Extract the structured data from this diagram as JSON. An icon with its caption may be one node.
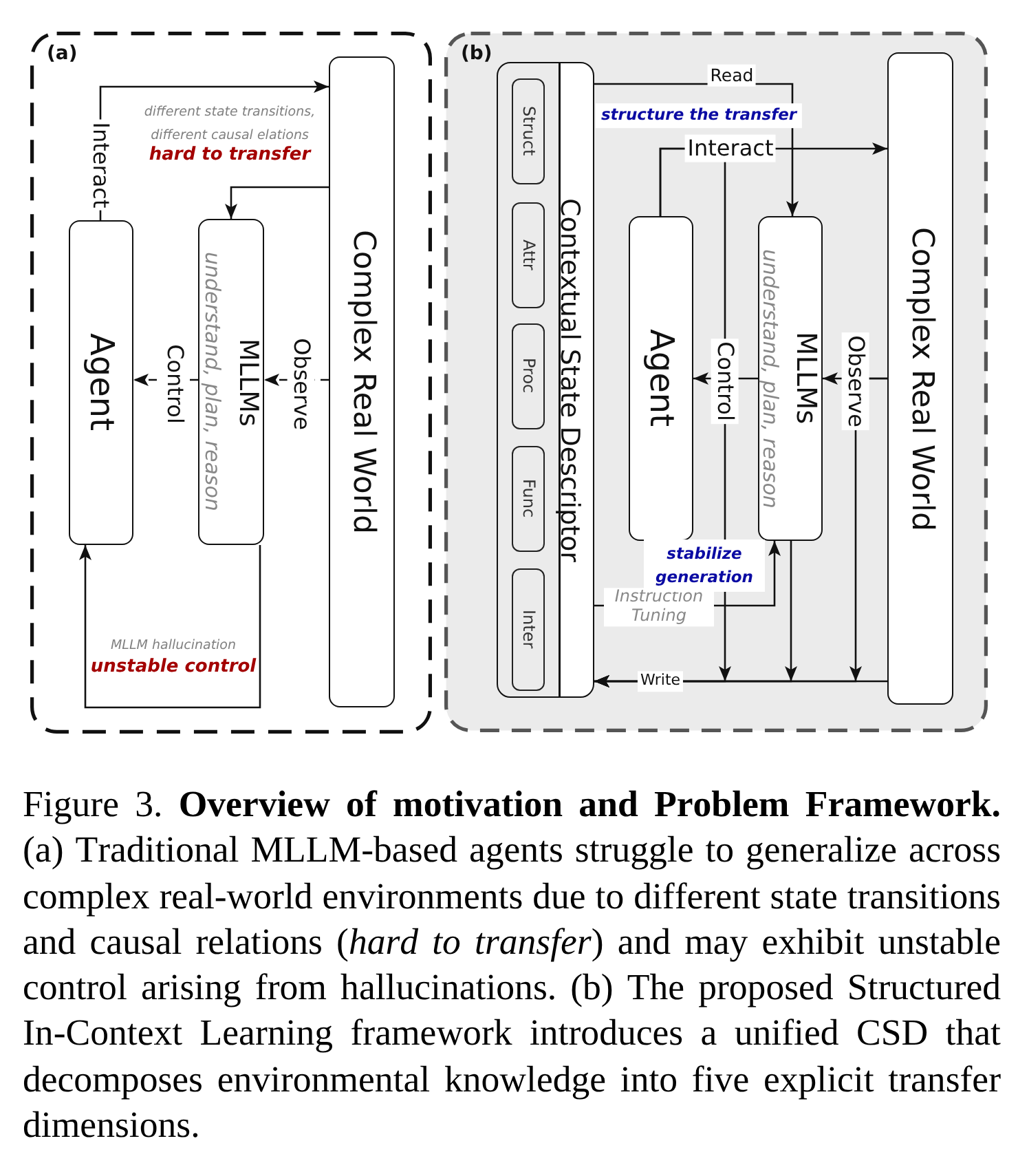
{
  "diagram": {
    "nodes": [
      {
        "text": [
          "(a)"
        ]
      },
      {
        "text": [
          "Agent"
        ],
        "in": 0
      },
      {
        "text": [
          "MLLMs",
          "understand, plan, reason"
        ],
        "in": 0
      },
      {
        "text": [
          "Complex Real World"
        ],
        "in": 0
      },
      {
        "text": [
          "(b)"
        ]
      },
      {
        "text": [
          "Contextual State Descriptor"
        ],
        "in": 4
      },
      {
        "text": [
          "Struct"
        ],
        "in": 5
      },
      {
        "text": [
          "Attr"
        ],
        "in": 5
      },
      {
        "text": [
          "Proc"
        ],
        "in": 5
      },
      {
        "text": [
          "Func"
        ],
        "in": 5
      },
      {
        "text": [
          "Inter"
        ],
        "in": 5
      },
      {
        "text": [
          "Agent"
        ],
        "in": 4
      },
      {
        "text": [
          "MLLMs",
          "understand, plan, reason"
        ],
        "in": 4
      },
      {
        "text": [
          "Complex Real World"
        ],
        "in": 4
      }
    ],
    "edges": [
      {
        "from": 1,
        "to": 3,
        "arrow": "to",
        "label": "Interact"
      },
      {
        "from": 3,
        "to": 2,
        "arrow": "to"
      },
      {
        "from": 3,
        "to": 2,
        "arrow": "to",
        "label": "Observe",
        "style": "dashed"
      },
      {
        "from": 2,
        "to": 1,
        "arrow": "to",
        "label": "Control",
        "style": "dashed"
      },
      {
        "from": 2,
        "to": 1,
        "arrow": "to"
      },
      {
        "from": 5,
        "to": 12,
        "arrow": "to",
        "label": "Read"
      },
      {
        "from": 11,
        "to": 13,
        "arrow": "to",
        "label": "Interact"
      },
      {
        "from": 13,
        "to": 12,
        "arrow": "to",
        "label": "Observe"
      },
      {
        "from": 12,
        "to": 11,
        "arrow": "to",
        "label": "Control"
      },
      {
        "from": 13,
        "to": 5,
        "arrow": "to",
        "label": "Write"
      },
      {
        "from": 11,
        "to": 5,
        "arrow": "to"
      },
      {
        "from": 12,
        "to": 5,
        "arrow": "to"
      },
      {
        "from": 13,
        "to": 5,
        "arrow": "to"
      },
      {
        "from": 5,
        "to": 12,
        "arrow": "to",
        "label": "Instruction Tuning"
      }
    ],
    "labels": [
      "different state transitions, different causal elations",
      "hard to transfer",
      "MLLM hallucination",
      "unstable control",
      "structure the transfer",
      "stabilize generation"
    ],
    "caption": "Figure 3. **Overview of motivation and Problem Framework.** (a) Traditional MLLM-based agents struggle to generalize across complex real-world environments due to different state transitions and causal relations (*hard to transfer*) and may exhibit unstable control arising from hallucinations. (b) The proposed Structured In-Context Learning framework introduces a unified CSD that decomposes environmental knowledge into five explicit transfer dimensions."
  }
}
